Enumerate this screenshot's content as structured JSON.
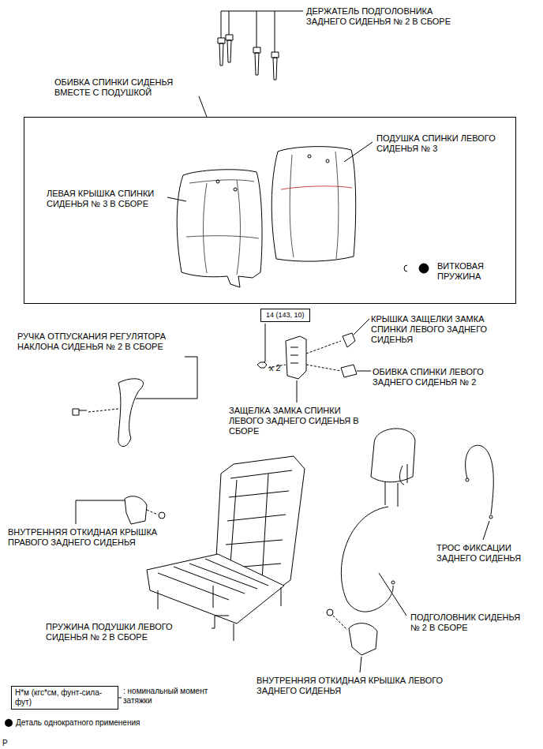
{
  "diagram": {
    "nodes": [
      {
        "text": [
          "ОБИВКА СПИНКИ СИДЕНЬЯ ВМЕСТЕ С ПОДУШКОЙ",
          "ПОДУШКА СПИНКИ ЛЕВОГО СИДЕНЬЯ № 3",
          "ЛЕВАЯ КРЫШКА СПИНКИ СИДЕНЬЯ № 3 В СБОРЕ",
          "ВИТКОВАЯ ПРУЖИНА"
        ]
      },
      {
        "text": [
          "14 (143, 10)"
        ]
      },
      {
        "text": [
          "Н*м (кгс*см, фунт-сила-фут)"
        ]
      }
    ],
    "labels": [
      "ДЕРЖАТЕЛЬ ПОДГОЛОВНИКА ЗАДНЕГО СИДЕНЬЯ № 2 В СБОРЕ",
      "РУЧКА ОТПУСКАНИЯ РЕГУЛЯТОРА НАКЛОНА СИДЕНЬЯ № 2 В СБОРЕ",
      "x 2",
      "КРЫШКА ЗАЩЕЛКИ ЗАМКА СПИНКИ ЛЕВОГО ЗАДНЕГО СИДЕНЬЯ",
      "ОБИВКА СПИНКИ ЛЕВОГО ЗАДНЕГО СИДЕНЬЯ № 2",
      "ЗАЩЕЛКА ЗАМКА СПИНКИ ЛЕВОГО ЗАДНЕГО СИДЕНЬЯ В СБОРЕ",
      "ВНУТРЕННЯЯ ОТКИДНАЯ КРЫШКА ПРАВОГО ЗАДНЕГО СИДЕНЬЯ",
      "ТРОС ФИКСАЦИИ ЗАДНЕГО СИДЕНЬЯ",
      "ПОДГОЛОВНИК СИДЕНЬЯ № 2 В СБОРЕ",
      "ПРУЖИНА ПОДУШКИ ЛЕВОГО СИДЕНЬЯ № 2 В СБОРЕ",
      "ВНУТРЕННЯЯ ОТКИДНАЯ КРЫШКА ЛЕВОГО ЗАДНЕГО СИДЕНЬЯ",
      "P"
    ],
    "legend": [
      {
        "text": ": номинальный момент затяжки"
      },
      {
        "text": "Деталь однократного применения"
      }
    ]
  }
}
